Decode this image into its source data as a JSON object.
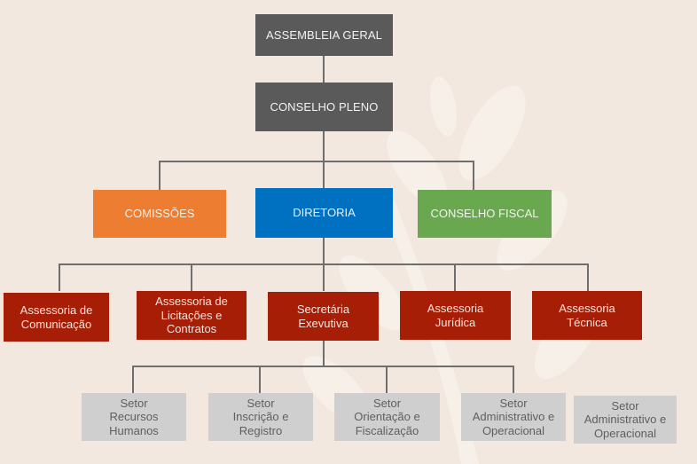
{
  "colors": {
    "background": "#f2e8df",
    "connector": "#6e6e6e",
    "governance": "#5a5a5a",
    "commissions": "#ed7d31",
    "board": "#0070c0",
    "fiscal_council": "#6aa84f",
    "advisory": "#a51e05",
    "sector": "#cfcfcf"
  },
  "level1": [
    {
      "id": "assembleia",
      "label": "ASSEMBLEIA GERAL"
    },
    {
      "id": "conselho-pleno",
      "label": "CONSELHO PLENO"
    }
  ],
  "level2": [
    {
      "id": "comissoes",
      "label": "COMISSÕES"
    },
    {
      "id": "diretoria",
      "label": "DIRETORIA"
    },
    {
      "id": "conselho-fiscal",
      "label": "CONSELHO FISCAL"
    }
  ],
  "level3": [
    {
      "id": "ass-comunicacao",
      "label": "Assessoria de\nComunicação"
    },
    {
      "id": "ass-licitacoes",
      "label": "Assessoria de\nLicitações e\nContratos"
    },
    {
      "id": "secretaria",
      "label": "Secretária\nExevutiva"
    },
    {
      "id": "ass-juridica",
      "label": "Assessoria\nJurídica"
    },
    {
      "id": "ass-tecnica",
      "label": "Assessoria\nTécnica"
    }
  ],
  "level4": [
    {
      "id": "setor-rh",
      "label": "Setor\nRecursos\nHumanos"
    },
    {
      "id": "setor-inscricao",
      "label": "Setor\nInscrição e\nRegistro"
    },
    {
      "id": "setor-orientacao",
      "label": "Setor\nOrientação e\nFiscalização"
    },
    {
      "id": "setor-adm-1",
      "label": "Setor\nAdministrativo e\nOperacional"
    },
    {
      "id": "setor-adm-2",
      "label": "Setor\nAdministrativo e\nOperacional"
    }
  ]
}
